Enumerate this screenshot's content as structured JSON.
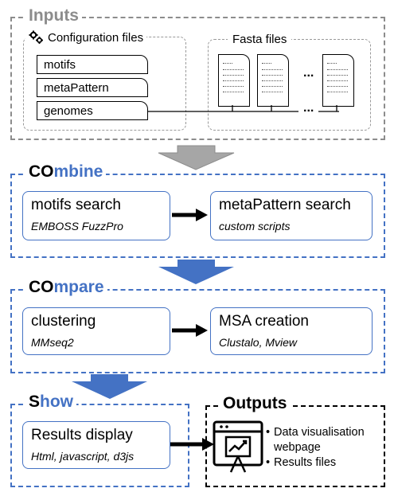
{
  "inputs": {
    "title": "Inputs",
    "config_label": "Configuration files",
    "config_items": [
      "motifs",
      "metaPattern",
      "genomes"
    ],
    "fasta_label": "Fasta files",
    "ellipsis": "..."
  },
  "combine": {
    "title_prefix": "CO",
    "title_suffix": "mbine",
    "left": {
      "main": "motifs search",
      "sub": "EMBOSS FuzzPro"
    },
    "right": {
      "main": "metaPattern search",
      "sub": "custom scripts"
    }
  },
  "compare": {
    "title_prefix": "CO",
    "title_suffix": "mpare",
    "left": {
      "main": "clustering",
      "sub": "MMseq2"
    },
    "right": {
      "main": "MSA creation",
      "sub": "Clustalo, Mview"
    }
  },
  "show": {
    "title_prefix": "S",
    "title_suffix": "how",
    "box": {
      "main": "Results display",
      "sub": "Html, javascript, d3js"
    }
  },
  "outputs": {
    "title": "Outputs",
    "items": [
      "Data visualisation webpage",
      "Results files"
    ]
  },
  "colors": {
    "accent": "#4472c4",
    "arrow_gray": "#a6a6a6",
    "frame_gray": "#8c8c8c"
  }
}
